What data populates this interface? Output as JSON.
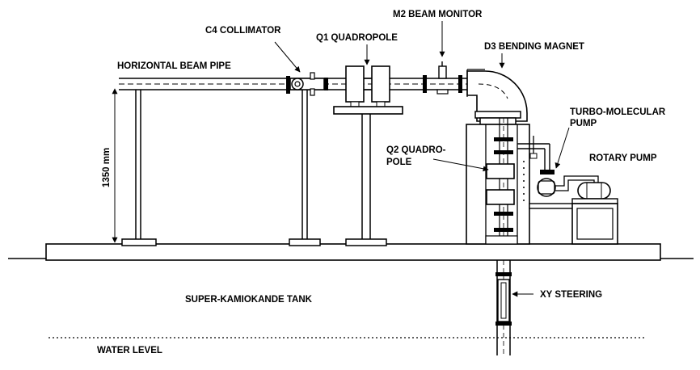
{
  "labels": {
    "m2_beam_monitor": "M2 BEAM MONITOR",
    "c4_collimator": "C4 COLLIMATOR",
    "q1_quadropole": "Q1 QUADROPOLE",
    "d3_bending_magnet": "D3 BENDING MAGNET",
    "horizontal_beam_pipe": "HORIZONTAL BEAM PIPE",
    "turbo_molecular_pump_line1": "TURBO-MOLECULAR",
    "turbo_molecular_pump_line2": "PUMP",
    "q2_quadropole_line1": "Q2 QUADRO-",
    "q2_quadropole_line2": "POLE",
    "rotary_pump": "ROTARY PUMP",
    "height_dimension": "1350 mm",
    "tank": "SUPER-KAMIOKANDE TANK",
    "xy_steering": "XY STEERING",
    "water_level": "WATER LEVEL"
  }
}
